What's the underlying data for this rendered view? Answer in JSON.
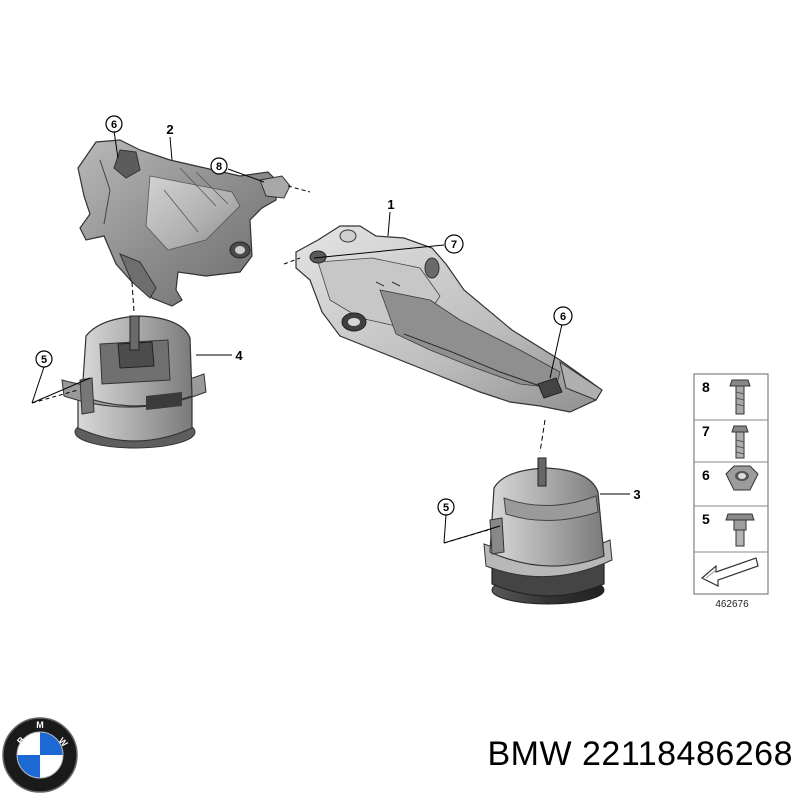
{
  "callouts": {
    "part_2_bolt": "6",
    "part_2": "2",
    "part_2_screw": "8",
    "part_1": "1",
    "part_1_screw": "7",
    "part_1_nut": "6",
    "part_4": "4",
    "part_4_bolt": "5",
    "part_3": "3",
    "part_3_bolt": "5"
  },
  "legend": {
    "rows": [
      {
        "number": "8",
        "icon": "hex-flange-screw"
      },
      {
        "number": "7",
        "icon": "stud-screw"
      },
      {
        "number": "6",
        "icon": "hex-nut"
      },
      {
        "number": "5",
        "icon": "flange-bolt"
      }
    ],
    "reference_number": "462676"
  },
  "caption": {
    "brand": "BMW",
    "part_number": "22118486268"
  },
  "logo": {
    "lettering": "BMW",
    "blue": "#1c69d4",
    "ring": "#1a1a1a"
  }
}
